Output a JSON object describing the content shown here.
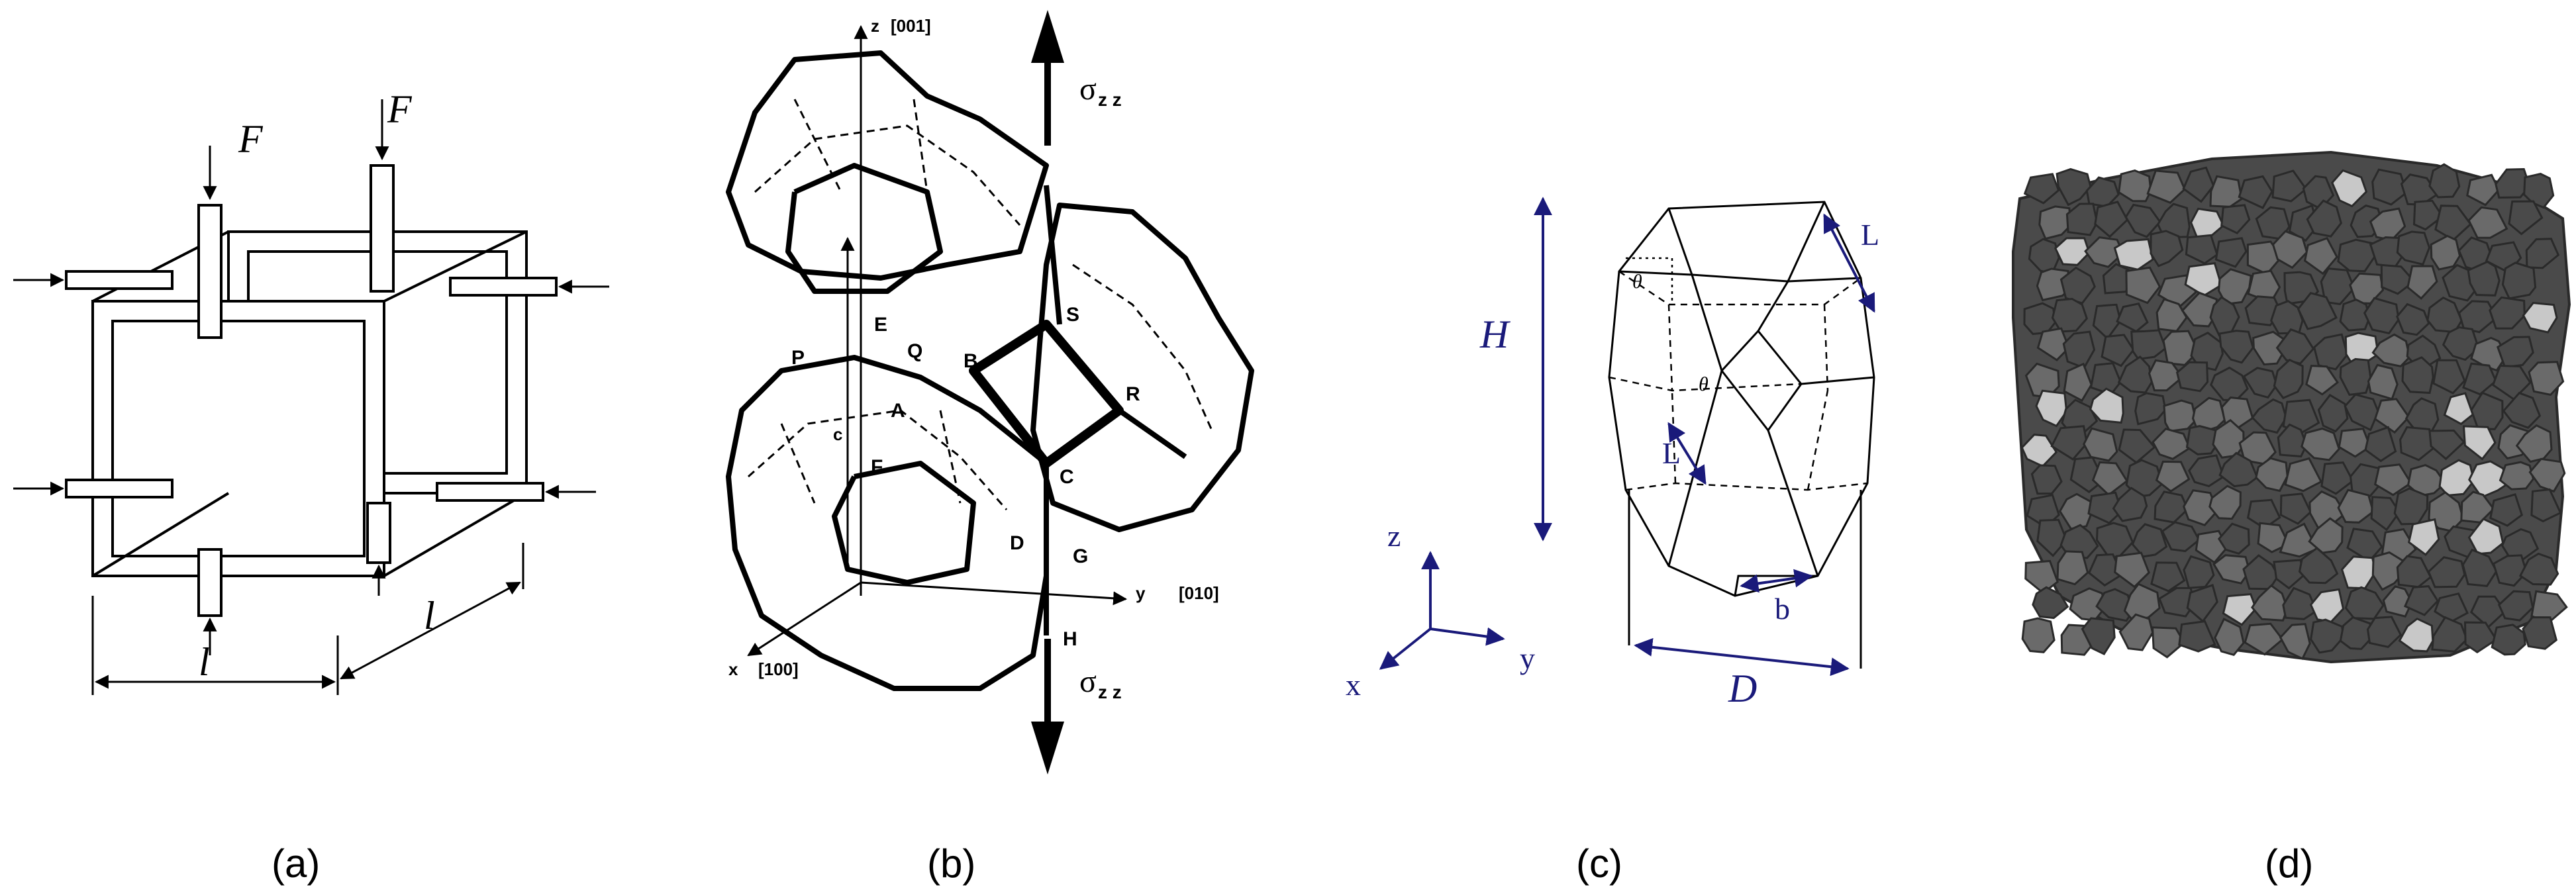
{
  "panels": {
    "a": {
      "caption": "(a)",
      "force_label_left": "F",
      "force_label_right": "F",
      "dim_label_bottom": "l",
      "dim_label_right": "l"
    },
    "b": {
      "caption": "(b)",
      "axis_z": "z",
      "axis_z_dir": "[001]",
      "axis_y": "y",
      "axis_y_dir": "[010]",
      "axis_x": "x",
      "axis_x_dir": "[100]",
      "stress_top": "σ",
      "stress_top_sub": "z z",
      "stress_bottom": "σ",
      "stress_bottom_sub": "z z",
      "length_c": "c",
      "points": [
        "A",
        "B",
        "C",
        "D",
        "E",
        "F",
        "G",
        "H",
        "P",
        "Q",
        "R",
        "S"
      ]
    },
    "c": {
      "caption": "(c)",
      "height_label": "H",
      "diameter_label": "D",
      "edge_label_top": "L",
      "edge_label_side": "L",
      "width_label": "b",
      "angle_label": "θ",
      "angle_label_2": "θ",
      "axis_z": "z",
      "axis_y": "y",
      "axis_x": "x"
    },
    "d": {
      "caption": "(d)"
    }
  },
  "colors": {
    "line": "#000000",
    "navy": "#1a1a7a",
    "grain_dark": "#4a4a4a",
    "grain_mid": "#6a6a6a",
    "grain_light": "#c8c8c8",
    "grain_edge": "#2a2a2a"
  }
}
